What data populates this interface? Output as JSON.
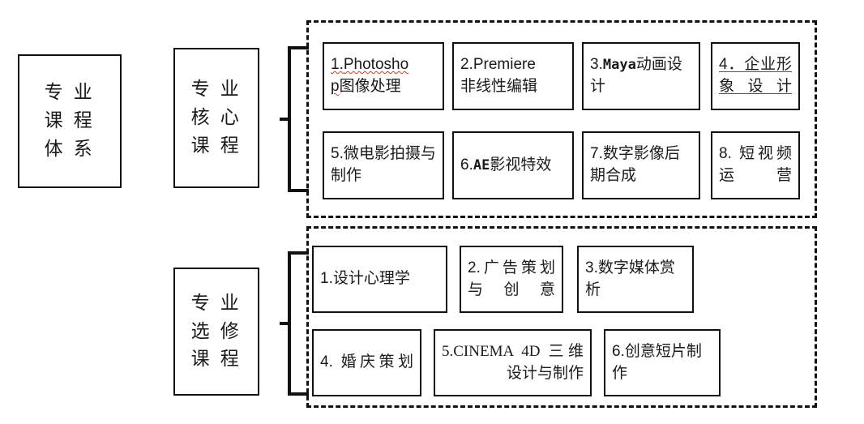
{
  "diagram": {
    "title": "专业课程体系",
    "root": {
      "label": "专 业\n课 程\n体 系",
      "name": "professional-course-system"
    },
    "groups": [
      {
        "name": "core-courses",
        "label": "专 业\n核 心\n课 程",
        "courses": [
          {
            "index": "1",
            "prefix": "1.",
            "latin": "Photosho",
            "cont": "p",
            "cn": "图像处理",
            "full": "1.Photoshop图像处理",
            "style": "spellcheck"
          },
          {
            "index": "2",
            "prefix": "2.",
            "latin": "Premiere",
            "cont": "",
            "cn": "非线性编辑",
            "full": "2.Premiere非线性编辑",
            "style": "plain"
          },
          {
            "index": "3",
            "prefix": "3.",
            "latin": "Maya",
            "cont": "",
            "cn": "动画设计",
            "full": "3. Maya 动画设计",
            "style": "mono"
          },
          {
            "index": "4",
            "prefix": "4．",
            "latin": "",
            "cont": "",
            "cn": "企业形象设计",
            "full": "4．企业形象设计",
            "style": "linked"
          },
          {
            "index": "5",
            "prefix": "5.",
            "latin": "",
            "cont": "",
            "cn": "微电影拍摄与制作",
            "full": "5.微电影拍摄与制作",
            "style": "plain"
          },
          {
            "index": "6",
            "prefix": "6.",
            "latin": "AE",
            "cont": "",
            "cn": "影视特效",
            "full": "6.AE 影视特效",
            "style": "mono"
          },
          {
            "index": "7",
            "prefix": "7.",
            "latin": "",
            "cont": "",
            "cn": "数字影像后期合成",
            "full": "7.数字影像后期合成",
            "style": "plain"
          },
          {
            "index": "8",
            "prefix": "8.",
            "latin": "",
            "cont": "",
            "cn": "短视频运营",
            "full": "8. 短视频运营",
            "style": "plain"
          }
        ]
      },
      {
        "name": "elective-courses",
        "label": "专 业\n选 修\n课 程",
        "courses": [
          {
            "index": "1",
            "prefix": "1.",
            "latin": "",
            "cont": "",
            "cn": "设计心理学",
            "full": "1.设计心理学",
            "style": "plain"
          },
          {
            "index": "2",
            "prefix": "2.",
            "latin": "",
            "cont": "",
            "cn": "广告策划与创意",
            "full": "2.广告策划与创意",
            "style": "plain"
          },
          {
            "index": "3",
            "prefix": "3.",
            "latin": "",
            "cont": "",
            "cn": "数字媒体赏析",
            "full": "3.数字媒体赏析",
            "style": "plain"
          },
          {
            "index": "4",
            "prefix": "4.",
            "latin": "",
            "cont": "",
            "cn": "婚庆策划",
            "full": "4. 婚庆策划",
            "style": "plain"
          },
          {
            "index": "5",
            "prefix": "5.",
            "latin": "CINEMA 4D",
            "cont": "",
            "cn": "三维设计与制作",
            "full": "5.CINEMA 4D 三维设计与制作",
            "style": "serif"
          },
          {
            "index": "6",
            "prefix": "6.",
            "latin": "",
            "cont": "",
            "cn": "创意短片制作",
            "full": "6.创意短片制作",
            "style": "plain"
          }
        ]
      }
    ],
    "colors": {
      "stroke": "#111111",
      "text": "#1a1a1a",
      "background": "#ffffff",
      "spellcheck_underline": "#d03a2a"
    }
  }
}
